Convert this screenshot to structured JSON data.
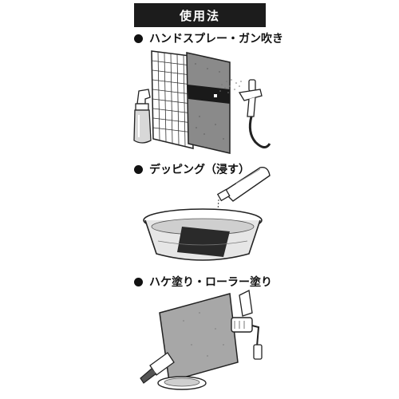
{
  "header": {
    "title": "使用法"
  },
  "sections": [
    {
      "title": "ハンドスプレー・ガン吹き",
      "illustration": "spray-illustration"
    },
    {
      "title": "デッピング（浸す）",
      "illustration": "dipping-illustration"
    },
    {
      "title": "ハケ塗り・ローラー塗り",
      "illustration": "brush-roller-illustration"
    }
  ]
}
